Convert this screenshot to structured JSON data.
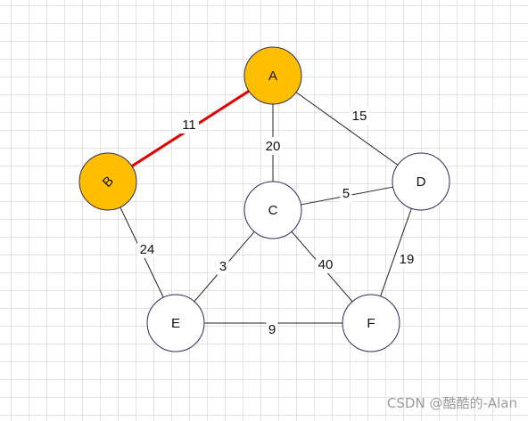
{
  "graph": {
    "nodes": [
      {
        "id": "A",
        "label": "A",
        "highlighted": true
      },
      {
        "id": "B",
        "label": "B",
        "highlighted": true
      },
      {
        "id": "C",
        "label": "C",
        "highlighted": false
      },
      {
        "id": "D",
        "label": "D",
        "highlighted": false
      },
      {
        "id": "E",
        "label": "E",
        "highlighted": false
      },
      {
        "id": "F",
        "label": "F",
        "highlighted": false
      }
    ],
    "edges": [
      {
        "from": "A",
        "to": "B",
        "weight": "11",
        "highlighted": true
      },
      {
        "from": "A",
        "to": "C",
        "weight": "20",
        "highlighted": false
      },
      {
        "from": "A",
        "to": "D",
        "weight": "15",
        "highlighted": false
      },
      {
        "from": "B",
        "to": "E",
        "weight": "24",
        "highlighted": false
      },
      {
        "from": "C",
        "to": "D",
        "weight": "5",
        "highlighted": false
      },
      {
        "from": "C",
        "to": "E",
        "weight": "3",
        "highlighted": false
      },
      {
        "from": "C",
        "to": "F",
        "weight": "40",
        "highlighted": false
      },
      {
        "from": "D",
        "to": "F",
        "weight": "19",
        "highlighted": false
      },
      {
        "from": "E",
        "to": "F",
        "weight": "9",
        "highlighted": false
      }
    ]
  },
  "colors": {
    "node_fill": "#ffffff",
    "node_stroke": "#2b2b5a",
    "highlight_fill": "#ffbf00",
    "edge": "#222222",
    "highlight_edge": "#e00000",
    "grid": "#e3e3e3"
  },
  "watermark": "CSDN @酷酷的-Alan"
}
